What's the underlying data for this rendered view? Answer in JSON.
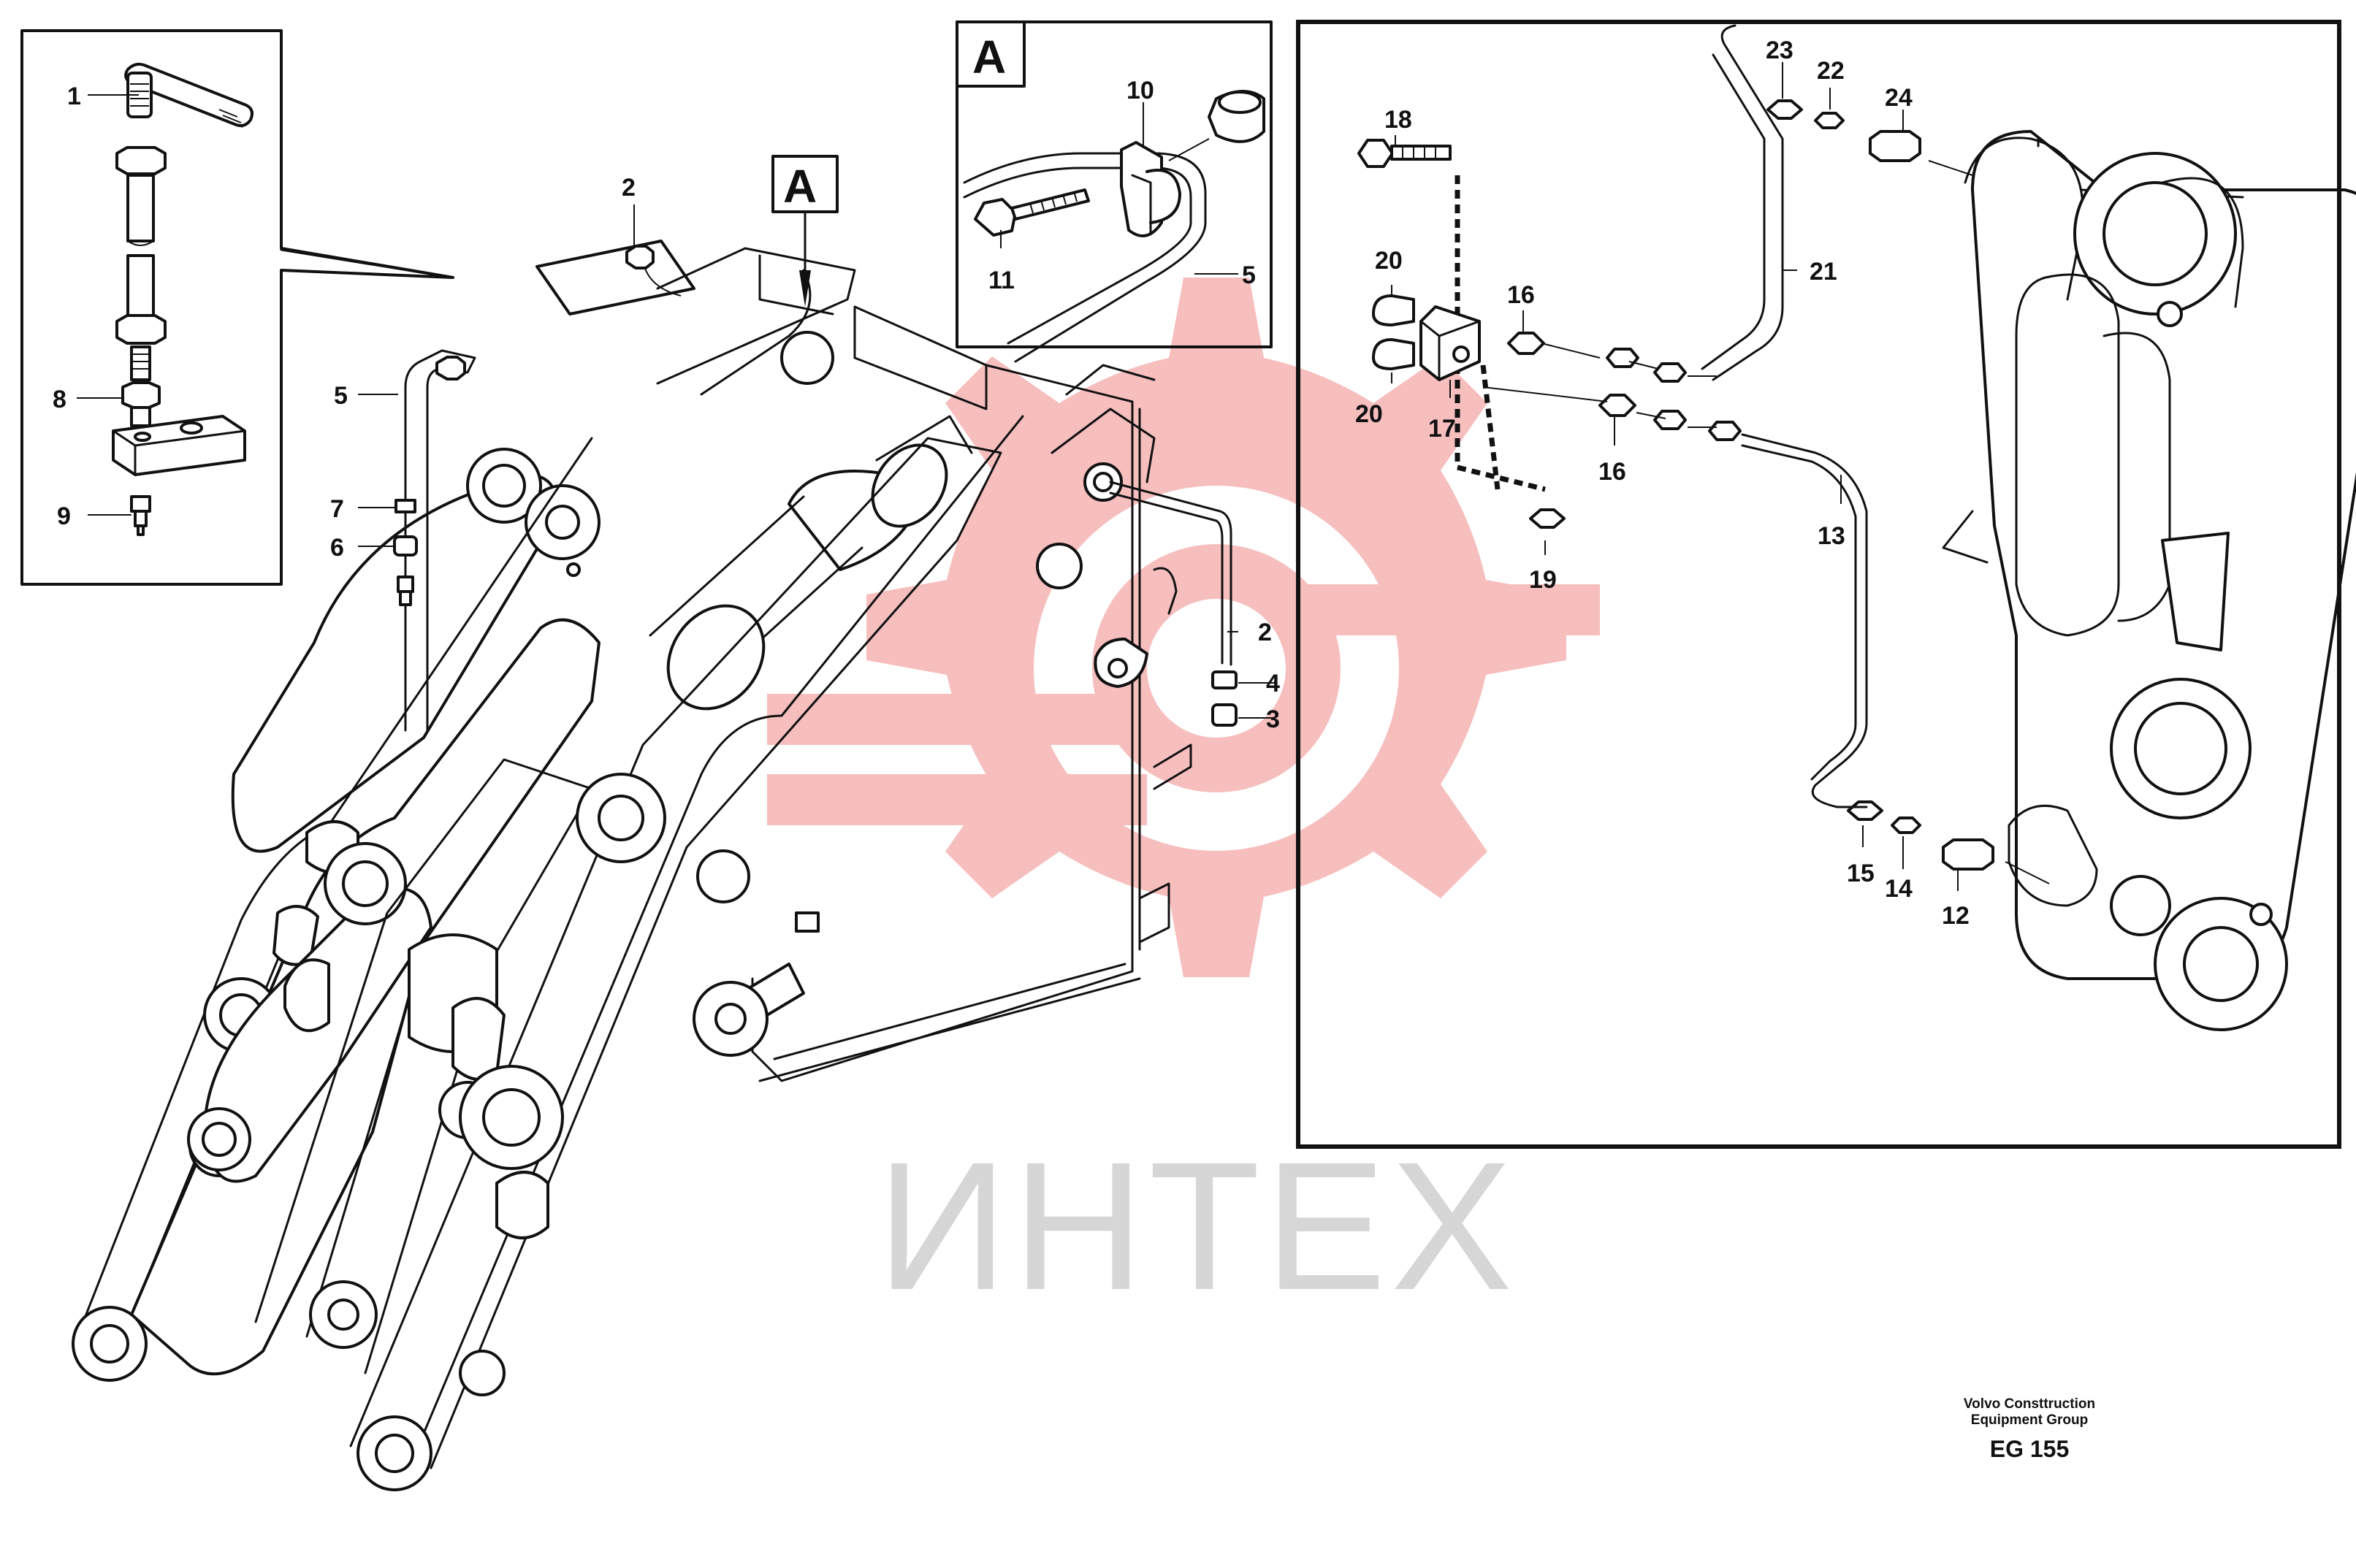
{
  "watermark": {
    "text": "ИНТЕХ",
    "gear_color": "#f6b3b3",
    "text_color": "#d6d6d6"
  },
  "view_label": "A",
  "credit": {
    "line1": "Volvo Consttruction",
    "line2": "Equipment Group",
    "ref": "EG 155"
  },
  "callouts": {
    "c1": "1",
    "c2": "2",
    "c3": "3",
    "c4": "4",
    "c5": "5",
    "c6": "6",
    "c7": "7",
    "c8": "8",
    "c9": "9",
    "c10": "10",
    "c11": "11",
    "c12": "12",
    "c13": "13",
    "c14": "14",
    "c15": "15",
    "c16": "16",
    "c17": "17",
    "c18": "18",
    "c19": "19",
    "c20": "20",
    "c21": "21",
    "c22": "22",
    "c23": "23",
    "c24": "24"
  }
}
